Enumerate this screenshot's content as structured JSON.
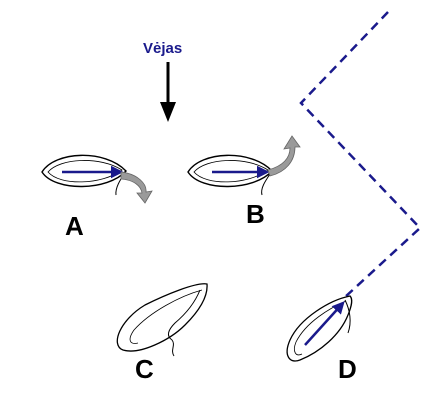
{
  "wind": {
    "label": "Vėjas",
    "label_color": "#1a1a8c",
    "arrow_color": "#000000",
    "direction": "down"
  },
  "boats": [
    {
      "label": "A",
      "sail_arrow": "right",
      "turn_arrow": "bear-away"
    },
    {
      "label": "B",
      "sail_arrow": "right",
      "turn_arrow": "head-up"
    },
    {
      "label": "C",
      "sail_arrow": "none",
      "turn_arrow": "none"
    },
    {
      "label": "D",
      "sail_arrow": "up-right",
      "turn_arrow": "none"
    }
  ],
  "colors": {
    "boat_outline": "#000000",
    "sail_arrow": "#1a1a8c",
    "turn_arrow_fill": "#9a9a9a",
    "tack_path": "#1a1a8c",
    "label": "#000000"
  },
  "tack_path": {
    "style": "dashed",
    "description_icon": "zigzag-course"
  }
}
